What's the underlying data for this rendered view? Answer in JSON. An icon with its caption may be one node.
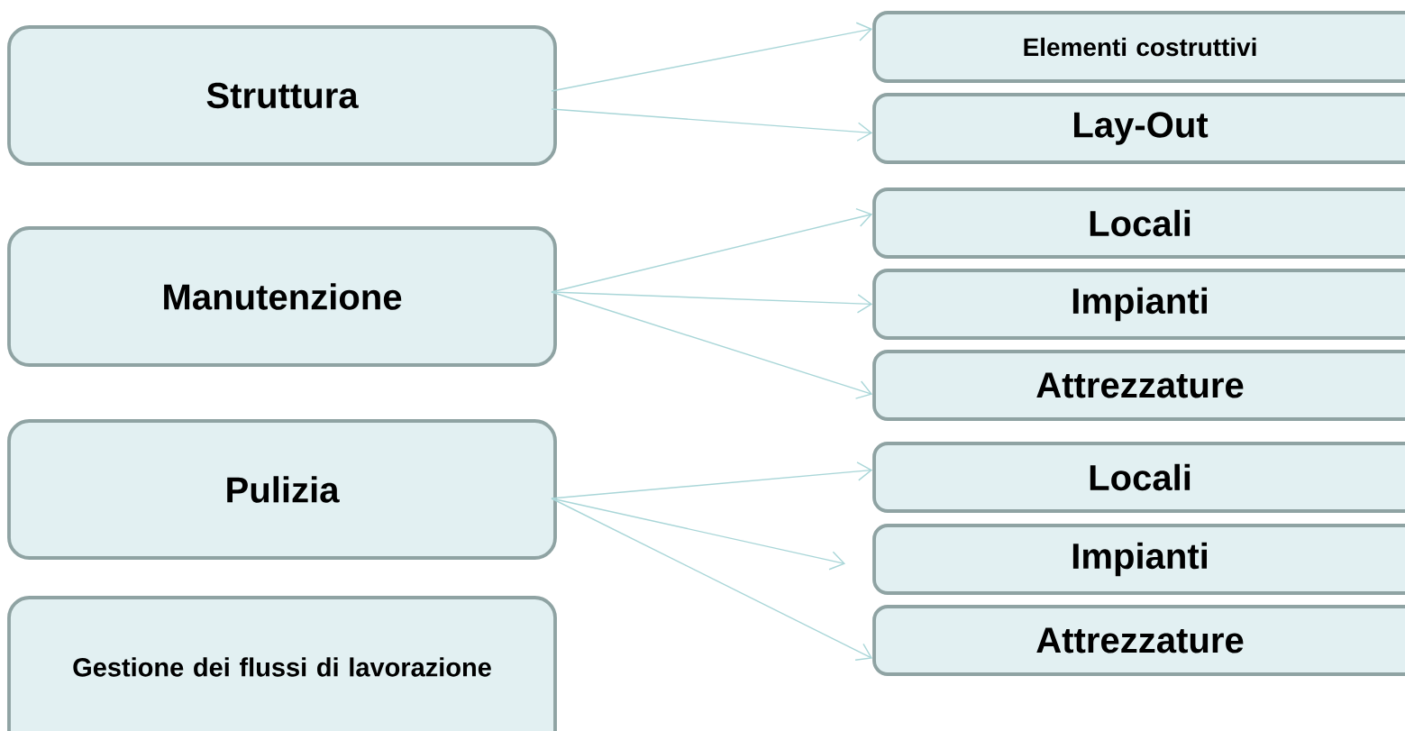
{
  "diagram": {
    "nodes": [
      {
        "text": [
          "Struttura"
        ]
      },
      {
        "text": [
          "Manutenzione"
        ]
      },
      {
        "text": [
          "Pulizia"
        ]
      },
      {
        "text": [
          "Gestione dei flussi di lavorazione"
        ]
      },
      {
        "text": [
          "Elementi costruttivi"
        ]
      },
      {
        "text": [
          "Lay-Out"
        ]
      },
      {
        "text": [
          "Locali"
        ]
      },
      {
        "text": [
          "Impianti"
        ]
      },
      {
        "text": [
          "Attrezzature"
        ]
      },
      {
        "text": [
          "Locali"
        ]
      },
      {
        "text": [
          "Impianti"
        ]
      },
      {
        "text": [
          "Attrezzature"
        ]
      }
    ],
    "edges": [
      {
        "from": 0,
        "to": 4,
        "arrow": "to"
      },
      {
        "from": 0,
        "to": 5,
        "arrow": "to"
      },
      {
        "from": 1,
        "to": 6,
        "arrow": "to"
      },
      {
        "from": 1,
        "to": 7,
        "arrow": "to"
      },
      {
        "from": 1,
        "to": 8,
        "arrow": "to"
      },
      {
        "from": 2,
        "to": 9,
        "arrow": "to"
      },
      {
        "from": 2,
        "to": 10,
        "arrow": "to"
      },
      {
        "from": 2,
        "to": 11,
        "arrow": "to"
      }
    ]
  }
}
